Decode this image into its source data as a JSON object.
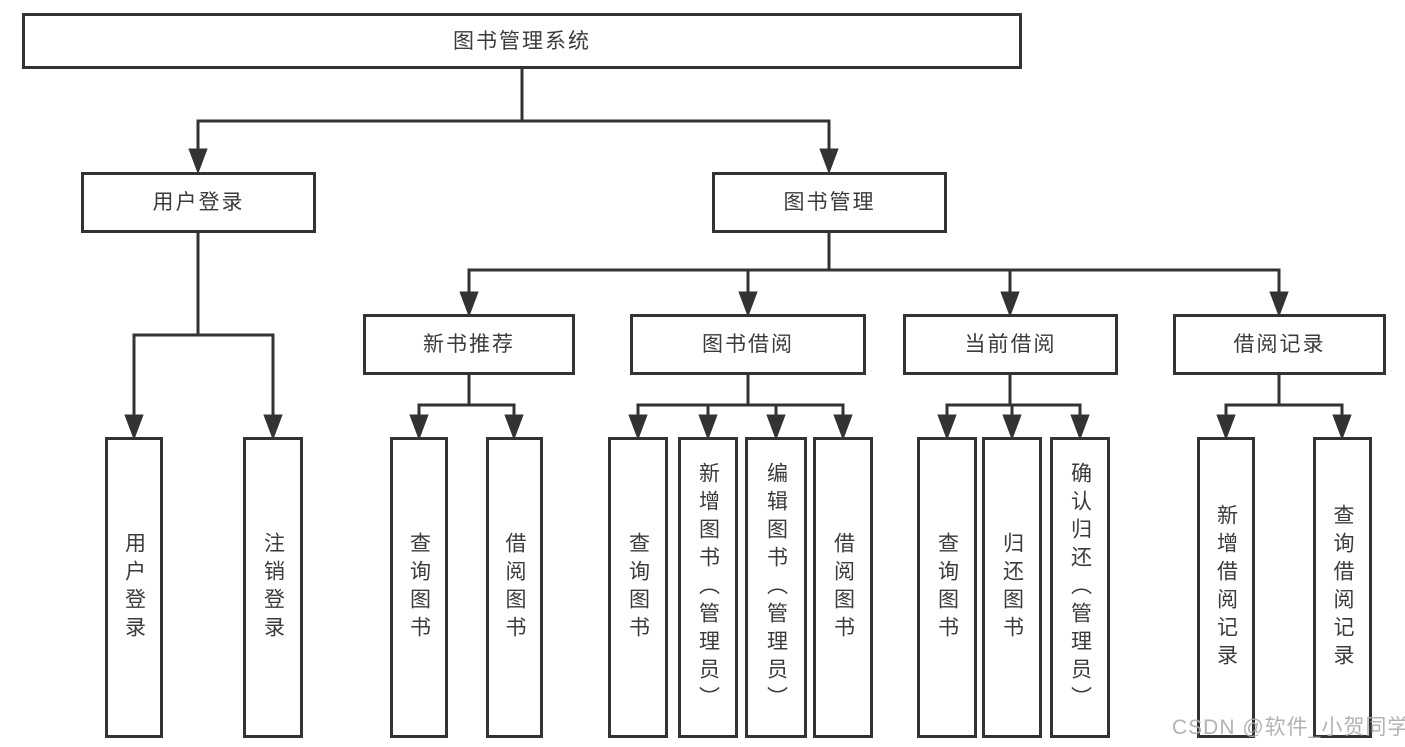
{
  "tree": {
    "root": {
      "label": "图书管理系统"
    },
    "branches": [
      {
        "label": "用户登录",
        "children": [
          {
            "label": "用户登录"
          },
          {
            "label": "注销登录"
          }
        ]
      },
      {
        "label": "图书管理",
        "children": [
          {
            "label": "新书推荐",
            "children": [
              {
                "label": "查询图书"
              },
              {
                "label": "借阅图书"
              }
            ]
          },
          {
            "label": "图书借阅",
            "children": [
              {
                "label": "查询图书"
              },
              {
                "label": "新增图书（管理员）"
              },
              {
                "label": "编辑图书（管理员）"
              },
              {
                "label": "借阅图书"
              }
            ]
          },
          {
            "label": "当前借阅",
            "children": [
              {
                "label": "查询图书"
              },
              {
                "label": "归还图书"
              },
              {
                "label": "确认归还（管理员）"
              }
            ]
          },
          {
            "label": "借阅记录",
            "children": [
              {
                "label": "新增借阅记录"
              },
              {
                "label": "查询借阅记录"
              }
            ]
          }
        ]
      }
    ]
  },
  "watermark": "CSDN @软件_小贺同学",
  "colors": {
    "line": "#333333",
    "border": "#333333",
    "text": "#3b3b3b",
    "background": "#ffffff",
    "watermark": "#adadad"
  }
}
